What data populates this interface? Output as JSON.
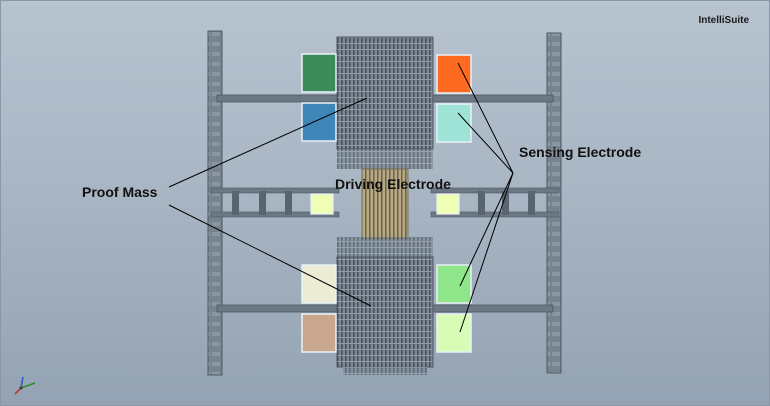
{
  "app": {
    "title": "IntelliSuite"
  },
  "labels": {
    "proof_mass": "Proof Mass",
    "driving_electrode": "Driving Electrode",
    "sensing_electrode": "Sensing Electrode"
  },
  "colors": {
    "background_top": "#b7c3cf",
    "background_bottom": "#94a3b3",
    "frame": "#6f7b86",
    "comb": "#5c6772",
    "driving_comb": "#9b8c6a",
    "electrode_green": "#3d8a5a",
    "electrode_orange": "#ff6a21",
    "electrode_blue": "#3f86b8",
    "electrode_teal": "#9fe3d6",
    "electrode_light_yellow": "#efffb5",
    "electrode_cream": "#ecebd3",
    "electrode_light_green": "#8fe58a",
    "electrode_tan": "#c8a78e",
    "electrode_pale_green": "#d8fcb6"
  },
  "icons": {
    "axis_triad": "xyz-axis-triad-icon"
  }
}
